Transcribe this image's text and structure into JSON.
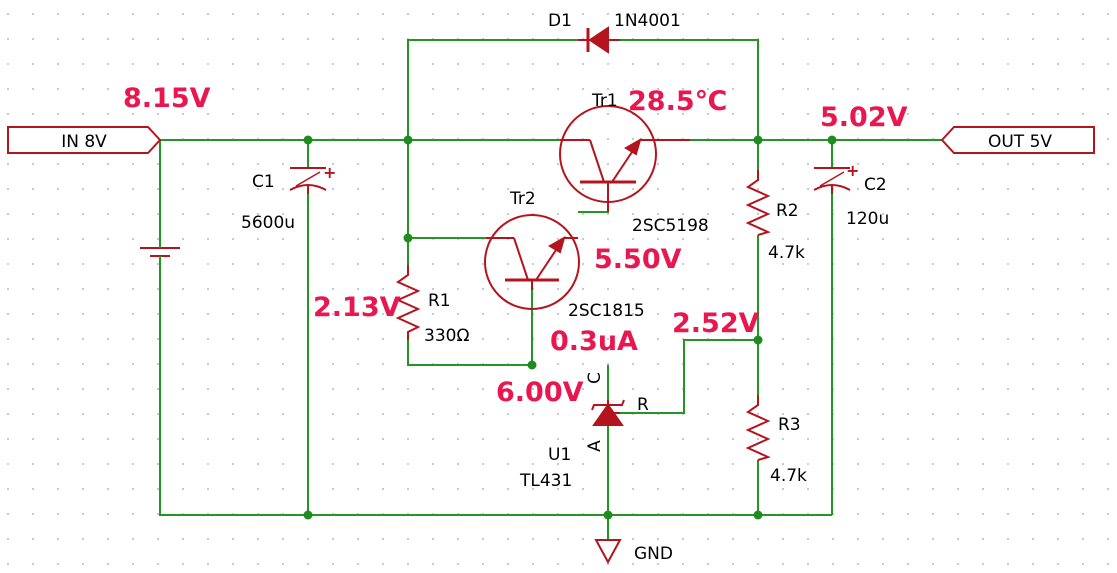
{
  "colors": {
    "wire": "#239623",
    "component": "#b4141e",
    "measurement": "#e8174f",
    "junction": "#1e8c1e",
    "text": "#000000",
    "grid_dot": "#b9b9b9"
  },
  "ports": {
    "input": "IN 8V",
    "output": "OUT 5V",
    "ground": "GND"
  },
  "components": {
    "d1": {
      "ref": "D1",
      "value": "1N4001"
    },
    "tr1": {
      "ref": "Tr1",
      "value": "2SC5198"
    },
    "tr2": {
      "ref": "Tr2",
      "value": "2SC1815"
    },
    "c1": {
      "ref": "C1",
      "value": "5600u",
      "polarity": "+"
    },
    "c2": {
      "ref": "C2",
      "value": "120u",
      "polarity": "+"
    },
    "r1": {
      "ref": "R1",
      "value": "330Ω"
    },
    "r2": {
      "ref": "R2",
      "value": "4.7k"
    },
    "r3": {
      "ref": "R3",
      "value": "4.7k"
    },
    "u1": {
      "ref": "U1",
      "value": "TL431",
      "pin_c": "C",
      "pin_a": "A",
      "pin_r": "R"
    }
  },
  "measurements": {
    "vin": "8.15V",
    "temp": "28.5℃",
    "vout": "5.02V",
    "tr2_emitter": "5.50V",
    "r1_drop": "2.13V",
    "ref_node": "2.52V",
    "current": "0.3uA",
    "cathode": "6.00V"
  }
}
